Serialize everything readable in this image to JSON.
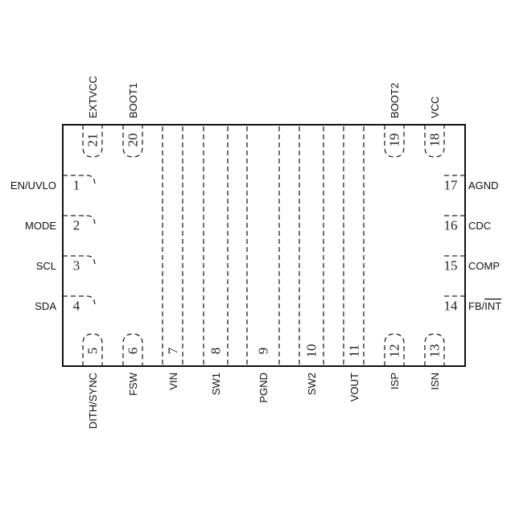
{
  "pins": [
    {
      "num": "1",
      "name": "EN/UVLO"
    },
    {
      "num": "2",
      "name": "MODE"
    },
    {
      "num": "3",
      "name": "SCL"
    },
    {
      "num": "4",
      "name": "SDA"
    },
    {
      "num": "5",
      "name": "DITH/SYNC"
    },
    {
      "num": "6",
      "name": "FSW"
    },
    {
      "num": "7",
      "name": "VIN"
    },
    {
      "num": "8",
      "name": "SW1"
    },
    {
      "num": "9",
      "name": "PGND"
    },
    {
      "num": "10",
      "name": "SW2"
    },
    {
      "num": "11",
      "name": "VOUT"
    },
    {
      "num": "12",
      "name": "ISP"
    },
    {
      "num": "13",
      "name": "ISN"
    },
    {
      "num": "14",
      "name": "FB/",
      "name_overbar": "INT"
    },
    {
      "num": "15",
      "name": "COMP"
    },
    {
      "num": "16",
      "name": "CDC"
    },
    {
      "num": "17",
      "name": "AGND"
    },
    {
      "num": "18",
      "name": "VCC"
    },
    {
      "num": "19",
      "name": "BOOT2"
    },
    {
      "num": "20",
      "name": "BOOT1"
    },
    {
      "num": "21",
      "name": "EXTVCC"
    }
  ]
}
